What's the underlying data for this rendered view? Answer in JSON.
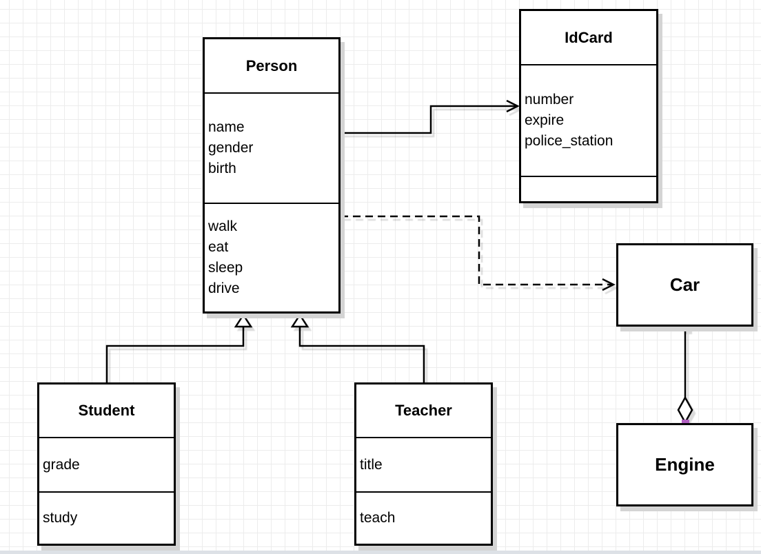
{
  "diagram": {
    "classes": [
      {
        "title": "Person",
        "attributes": [
          "name",
          "gender",
          "birth"
        ],
        "methods": [
          "walk",
          "eat",
          "sleep",
          "drive"
        ]
      },
      {
        "title": "IdCard",
        "attributes": [
          "number",
          "expire",
          "police_station"
        ],
        "methods": []
      },
      {
        "title": "Student",
        "attributes": [
          "grade"
        ],
        "methods": [
          "study"
        ]
      },
      {
        "title": "Teacher",
        "attributes": [
          "title"
        ],
        "methods": [
          "teach"
        ]
      },
      {
        "title": "Car",
        "attributes": [],
        "methods": []
      },
      {
        "title": "Engine",
        "attributes": [],
        "methods": []
      }
    ],
    "relationships": [
      {
        "from": "Person",
        "to": "IdCard",
        "type": "association",
        "line": "solid",
        "arrow": "open-arrow"
      },
      {
        "from": "Person",
        "to": "Car",
        "type": "dependency",
        "line": "dashed",
        "arrow": "open-arrow"
      },
      {
        "from": "Student",
        "to": "Person",
        "type": "generalization",
        "line": "solid",
        "arrow": "hollow-triangle"
      },
      {
        "from": "Teacher",
        "to": "Person",
        "type": "generalization",
        "line": "solid",
        "arrow": "hollow-triangle"
      },
      {
        "from": "Engine",
        "to": "Car",
        "type": "aggregation",
        "line": "solid",
        "arrow": "hollow-diamond"
      }
    ],
    "colors": {
      "box_fill": "#ffffff",
      "box_border": "#000000",
      "connector": "#000000",
      "endpoint_handle": "#b05fc0",
      "shadow": "#d4d4d4",
      "grid_line": "#ececec",
      "bottom_bar": "#dde1e6"
    }
  }
}
